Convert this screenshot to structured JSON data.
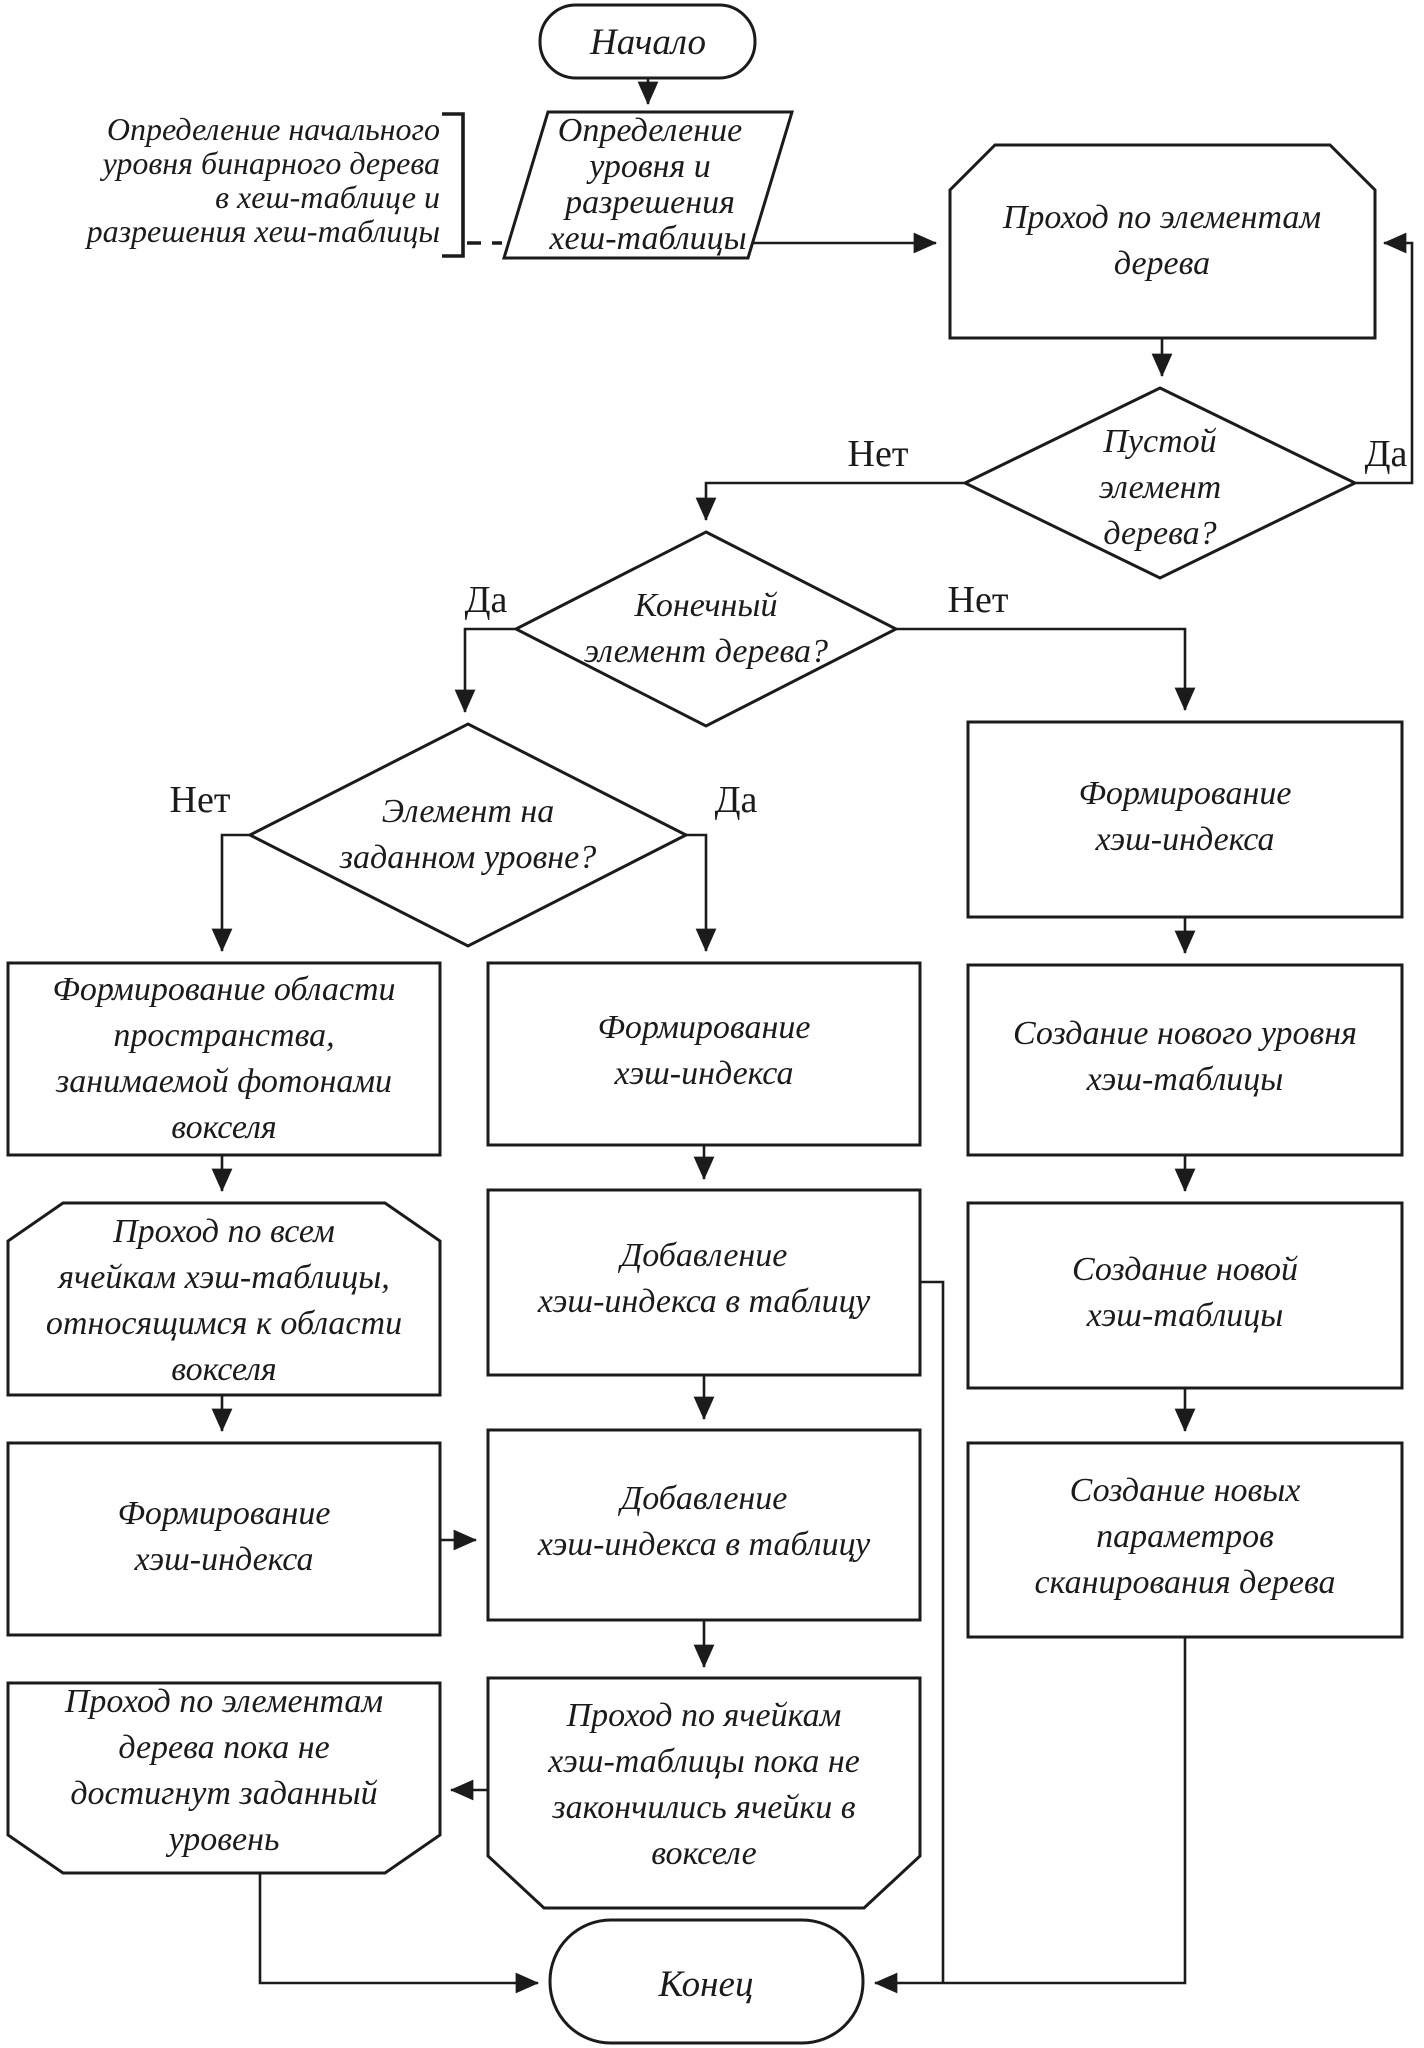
{
  "diagram": {
    "terminal_start": {
      "label": "Начало"
    },
    "annotation": {
      "lines": [
        "Определение начального",
        "уровня бинарного дерева",
        "в хеш-таблице и",
        "разрешения хеш-таблицы"
      ]
    },
    "io_define_level": {
      "lines": [
        "Определение",
        "уровня и",
        "разрешения",
        "хеш-таблицы"
      ]
    },
    "loop_tree_elements": {
      "lines": [
        "Проход по элементам",
        "дерева"
      ]
    },
    "decision_empty_element": {
      "lines": [
        "Пустой",
        "элемент",
        "дерева?"
      ],
      "yes_label": "Да",
      "no_label": "Нет"
    },
    "decision_final_element": {
      "lines": [
        "Конечный",
        "элемент дерева?"
      ],
      "yes_label": "Да",
      "no_label": "Нет"
    },
    "decision_element_on_level": {
      "lines": [
        "Элемент на",
        "заданном уровне?"
      ],
      "yes_label": "Да",
      "no_label": "Нет"
    },
    "left_form_region": {
      "lines": [
        "Формирование области",
        "пространства,",
        "занимаемой фотонами",
        "вокселя"
      ]
    },
    "left_loop_all_cells": {
      "lines": [
        "Проход по всем",
        "ячейкам хэш-таблицы,",
        "относящимся к области",
        "вокселя"
      ]
    },
    "left_form_hash_index": {
      "lines": [
        "Формирование",
        "хэш-индекса"
      ]
    },
    "left_loop_tree_until_level": {
      "lines": [
        "Проход по элементам",
        "дерева пока не",
        "достигнут заданный",
        "уровень"
      ]
    },
    "mid_form_hash_index": {
      "lines": [
        "Формирование",
        "хэш-индекса"
      ]
    },
    "mid_add_hash_index_1": {
      "lines": [
        "Добавление",
        "хэш-индекса в таблицу"
      ]
    },
    "mid_add_hash_index_2": {
      "lines": [
        "Добавление",
        "хэш-индекса в таблицу"
      ]
    },
    "mid_loop_cells_until_empty": {
      "lines": [
        "Проход по ячейкам",
        "хэш-таблицы пока не",
        "закончились ячейки в",
        "вокселе"
      ]
    },
    "right_form_hash_index": {
      "lines": [
        "Формирование",
        "хэш-индекса"
      ]
    },
    "right_new_level": {
      "lines": [
        "Создание нового уровня",
        "хэш-таблицы"
      ]
    },
    "right_new_table": {
      "lines": [
        "Создание новой",
        "хэш-таблицы"
      ]
    },
    "right_new_params": {
      "lines": [
        "Создание новых",
        "параметров",
        "сканирования дерева"
      ]
    },
    "terminal_end": {
      "label": "Конец"
    },
    "colors": {
      "line": "#1b1b1b",
      "background": "#ffffff"
    }
  }
}
